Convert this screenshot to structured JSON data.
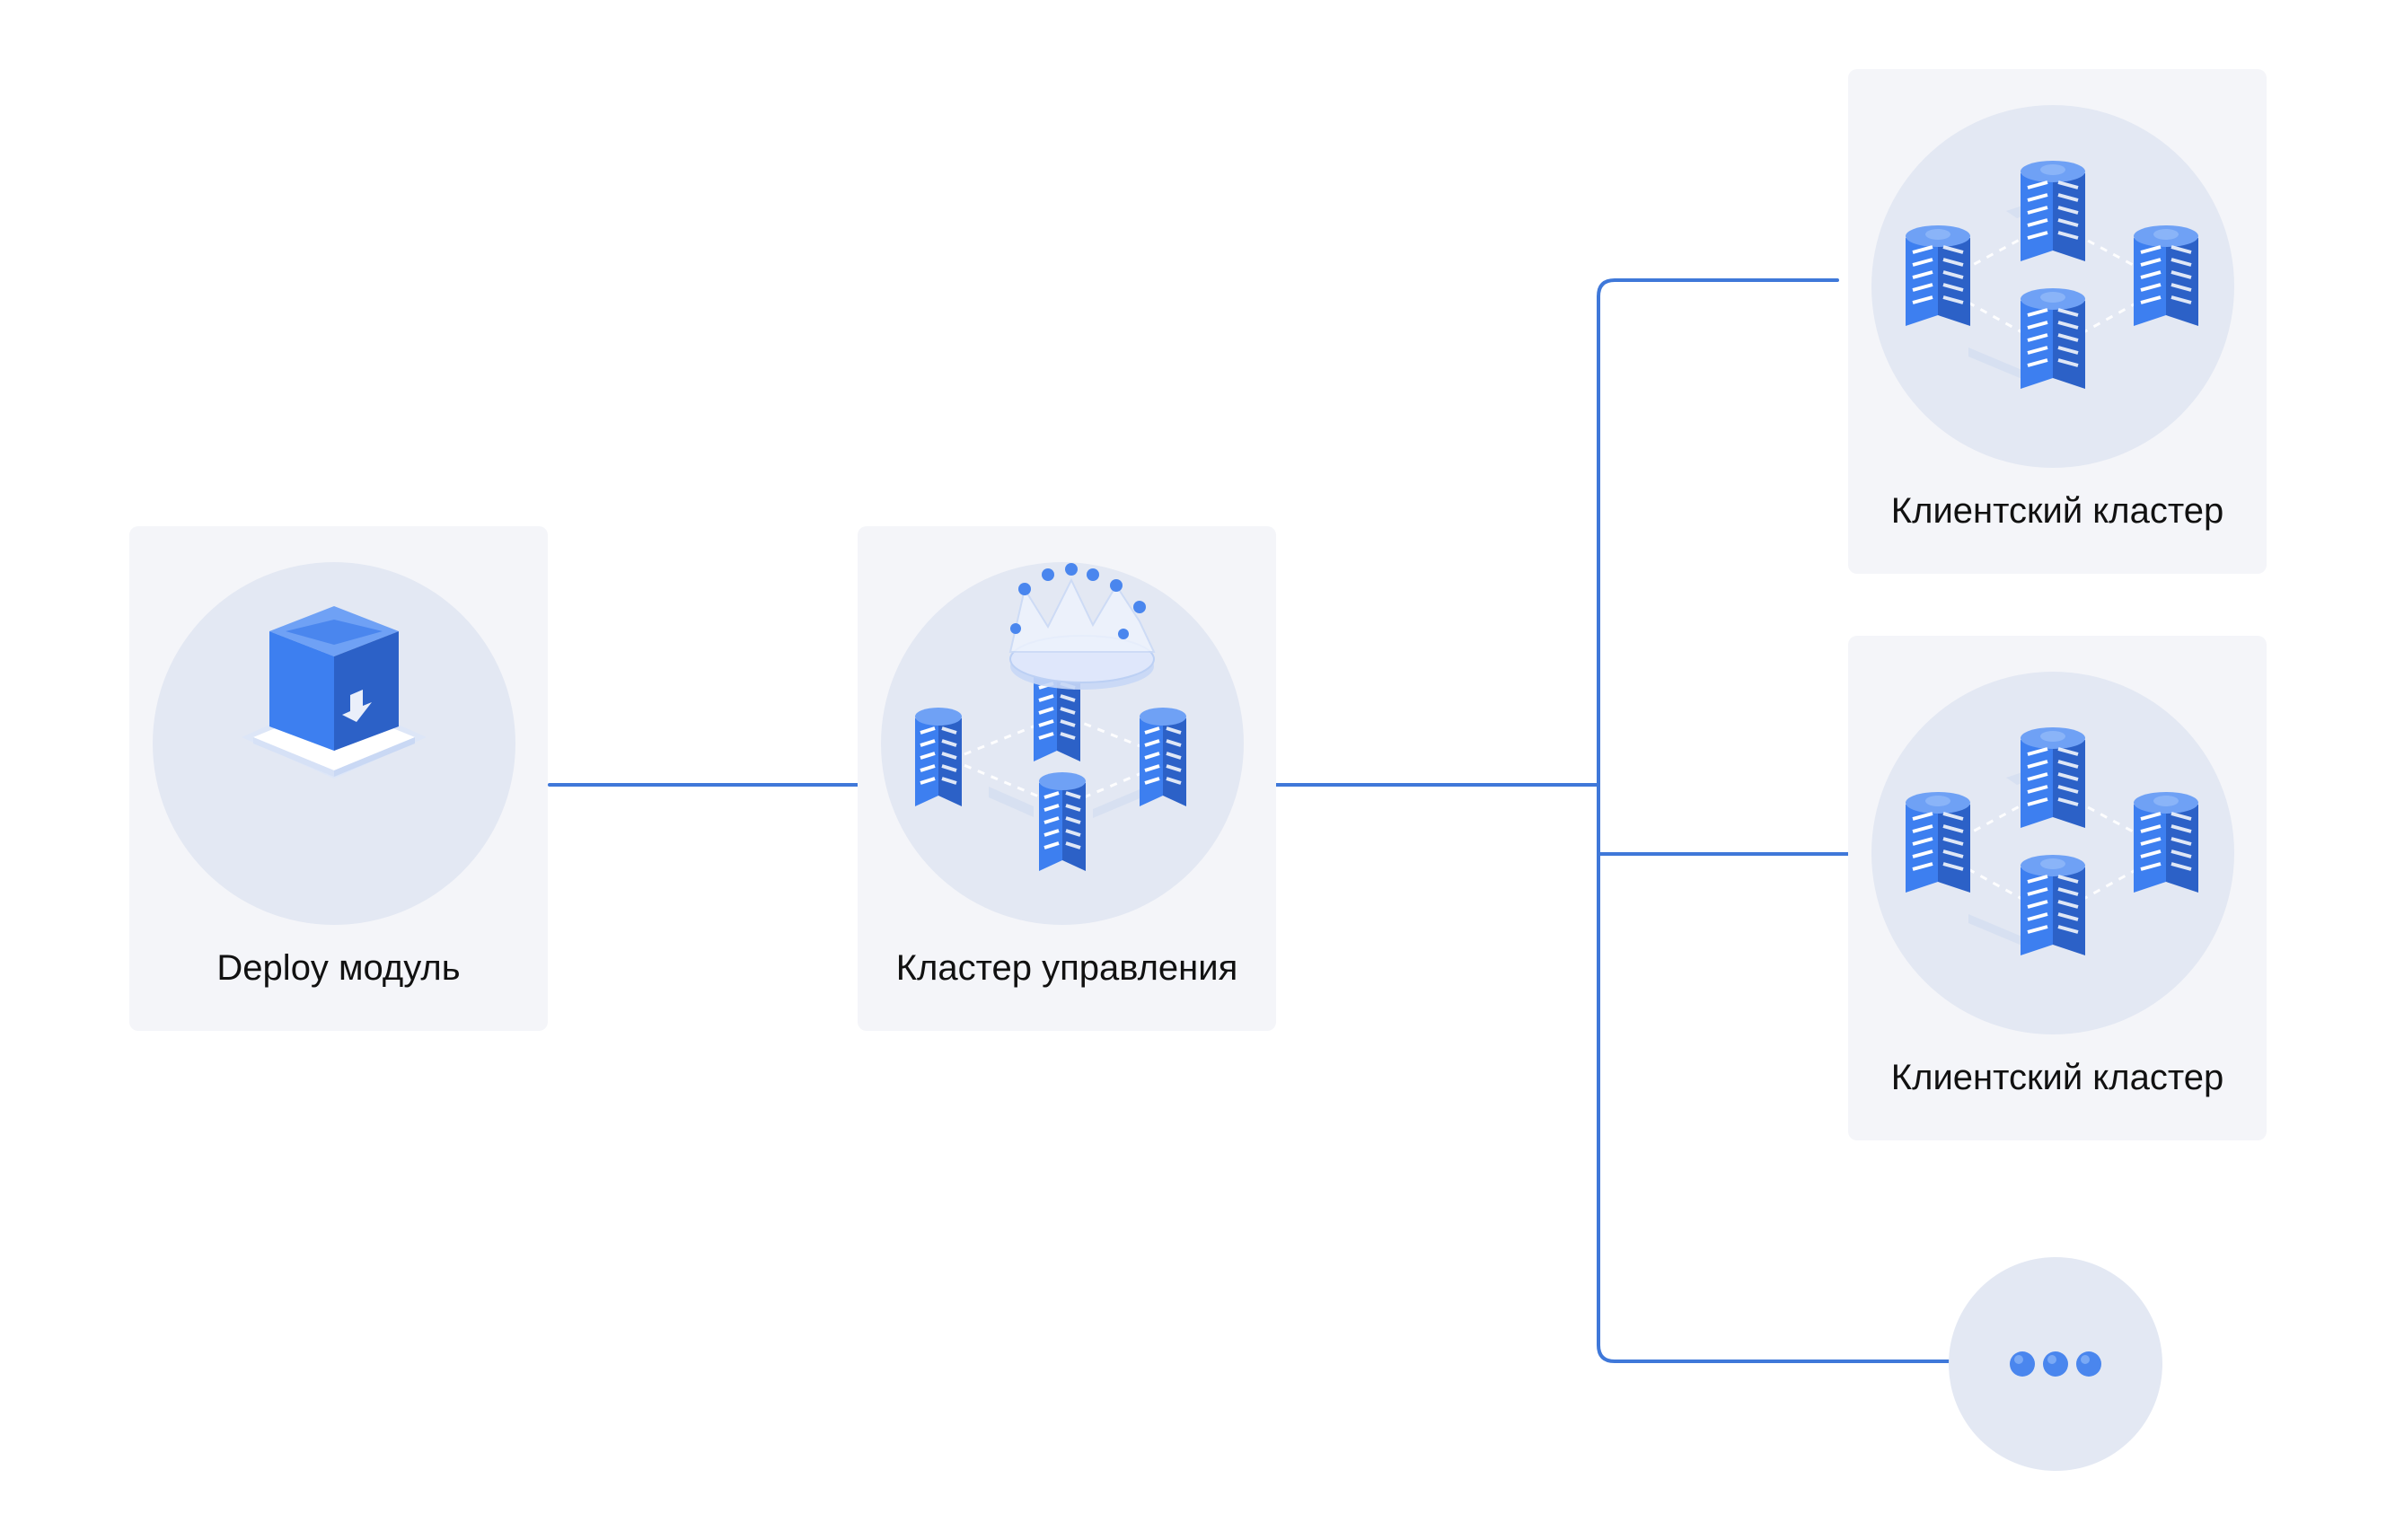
{
  "nodes": {
    "deploy": {
      "label": "Deploy модуль",
      "icon": "deploy-package-icon"
    },
    "management": {
      "label": "Кластер управления",
      "icon": "crowned-server-cluster-icon"
    },
    "clients": [
      {
        "label": "Клиентский кластер",
        "icon": "server-cluster-icon"
      },
      {
        "label": "Клиентский кластер",
        "icon": "server-cluster-icon"
      }
    ],
    "more": {
      "icon": "ellipsis-icon"
    }
  },
  "colors": {
    "connector": "#3f78d9",
    "card_bg": "#f4f5f9",
    "disc_bg": "#e3e8f3",
    "server_front": "#3d7ff0",
    "server_side": "#2c61c7",
    "server_top": "#6fa1f5",
    "crown": "#dfe7fb"
  }
}
